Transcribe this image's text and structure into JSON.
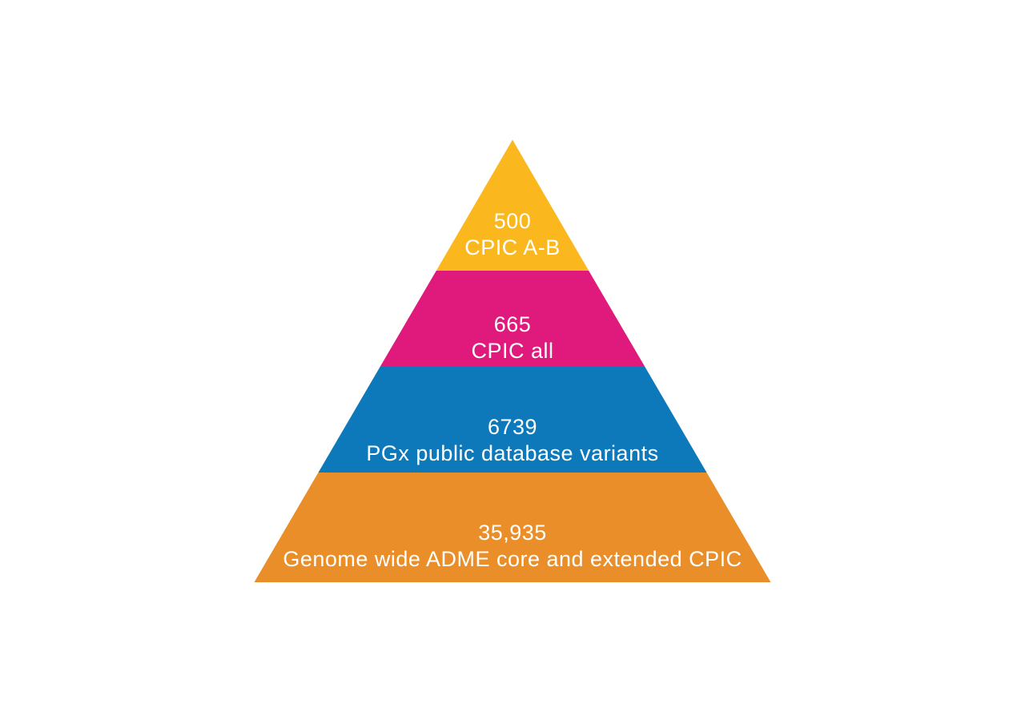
{
  "page": {
    "background": "#ffffff"
  },
  "chart_data": {
    "type": "pyramid",
    "orientation": "apex-top",
    "text_color": "#ffffff",
    "legend": "none",
    "grid": "off",
    "levels": [
      {
        "value": 500,
        "display_count": "500",
        "label": "CPIC A-B",
        "color": "#fbb81e"
      },
      {
        "value": 665,
        "display_count": "665",
        "label": "CPIC all",
        "color": "#e01a7d"
      },
      {
        "value": 6739,
        "display_count": "6739",
        "label": "PGx public database variants",
        "color": "#0d79bb"
      },
      {
        "value": 35935,
        "display_count": "35,935",
        "label": "Genome wide ADME core and extended CPIC",
        "color": "#e98e28"
      }
    ]
  }
}
